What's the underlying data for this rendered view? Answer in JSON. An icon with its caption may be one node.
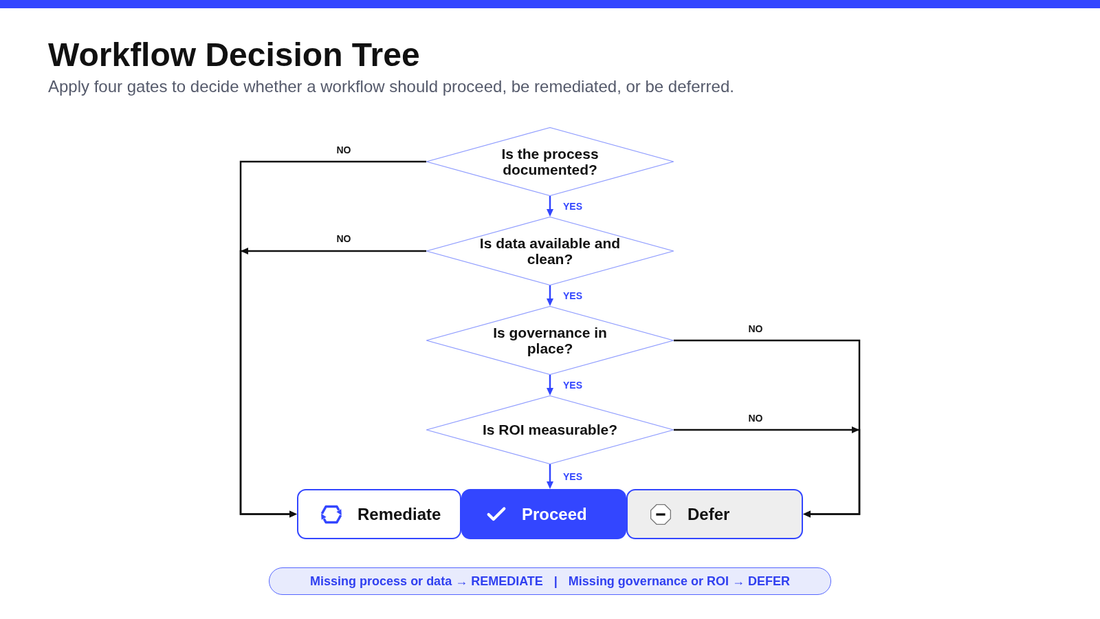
{
  "diagram": {
    "title": "Workflow Decision Tree",
    "nodes": [
      {
        "text": [
          "Is the process documented?"
        ]
      },
      {
        "text": [
          "Is data available and clean?"
        ]
      },
      {
        "text": [
          "Is governance in place?"
        ]
      },
      {
        "text": [
          "Is ROI measurable?"
        ]
      },
      {
        "text": [
          "Remediate"
        ]
      },
      {
        "text": [
          "Proceed"
        ]
      },
      {
        "text": [
          "Defer"
        ]
      },
      {
        "text": [
          "Missing process or data → REMEDIATE",
          "|",
          "Missing governance or ROI → DEFER"
        ]
      }
    ],
    "edges": [
      {
        "from": 0,
        "to": 4,
        "arrow": "to",
        "label": "NO",
        "color": "#111111"
      },
      {
        "from": 0,
        "to": 1,
        "arrow": "to",
        "label": "YES",
        "color": "#3346ff"
      },
      {
        "from": 1,
        "to": 4,
        "arrow": "to",
        "label": "NO",
        "color": "#111111"
      },
      {
        "from": 1,
        "to": 2,
        "arrow": "to",
        "label": "YES",
        "color": "#3346ff"
      },
      {
        "from": 2,
        "to": 6,
        "arrow": "to",
        "label": "NO",
        "color": "#111111"
      },
      {
        "from": 2,
        "to": 3,
        "arrow": "to",
        "label": "YES",
        "color": "#3346ff"
      },
      {
        "from": 3,
        "to": 6,
        "arrow": "to",
        "label": "NO",
        "color": "#111111"
      },
      {
        "from": 3,
        "to": 5,
        "arrow": "to",
        "label": "YES",
        "color": "#3346ff"
      }
    ],
    "labels": [
      "Apply four gates to decide whether a workflow should proceed, be remediated, or be deferred."
    ]
  }
}
